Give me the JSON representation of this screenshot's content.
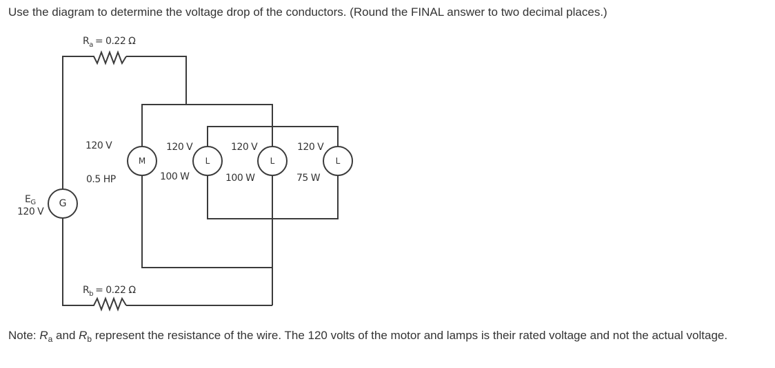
{
  "question": "Use the diagram to determine the voltage drop of the conductors. (Round the FINAL answer to two decimal places.)",
  "diagram": {
    "resistor_a": {
      "symbol": "R",
      "subscript": "a",
      "value": "= 0.22 Ω"
    },
    "resistor_b": {
      "symbol": "R",
      "subscript": "b",
      "value": "= 0.22 Ω"
    },
    "generator": {
      "symbol": "G",
      "label_main": "E",
      "label_sub": "G",
      "voltage": "120 V"
    },
    "motor": {
      "symbol": "M",
      "voltage": "120 V",
      "rating": "0.5 HP"
    },
    "lamps": [
      {
        "symbol": "L",
        "voltage": "120 V",
        "power": "100 W"
      },
      {
        "symbol": "L",
        "voltage": "120 V",
        "power": "100 W"
      },
      {
        "symbol": "L",
        "voltage": "120 V",
        "power": "75 W"
      }
    ]
  },
  "note": {
    "prefix": "Note: ",
    "ra_symbol": "R",
    "ra_sub": "a",
    "and": " and ",
    "rb_symbol": "R",
    "rb_sub": "b",
    "suffix": " represent the resistance of the wire. The 120 volts of the motor and lamps is their rated voltage and not the actual voltage."
  }
}
